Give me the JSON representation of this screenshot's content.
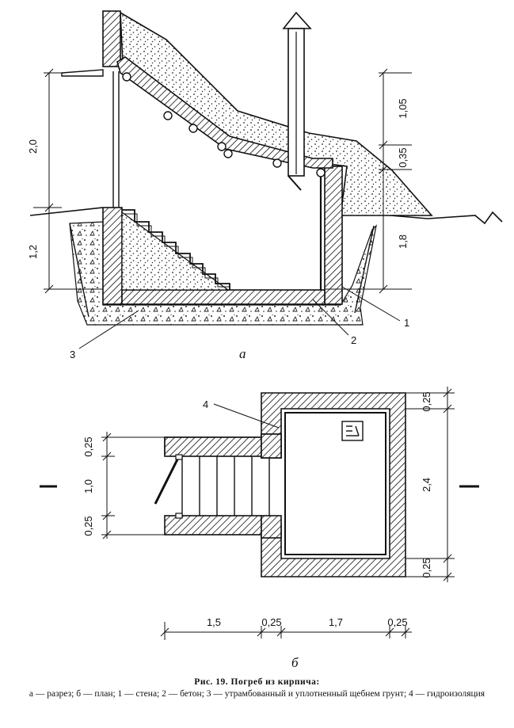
{
  "section": {
    "sublabel": "а",
    "dims_left": [
      "2,0",
      "1,2"
    ],
    "dims_right": [
      "1,05",
      "0,35",
      "1,8"
    ],
    "callouts": [
      "1",
      "2",
      "3"
    ]
  },
  "plan": {
    "sublabel": "б",
    "callout": "4",
    "dims_left": [
      "0,25",
      "1,0",
      "0,25"
    ],
    "dims_right": [
      "0,25",
      "2,4",
      "0,25"
    ],
    "dims_bottom": [
      "1,5",
      "0,25",
      "1,7",
      "0,25"
    ]
  },
  "caption": {
    "title": "Рис. 19. Погреб из кирпича:",
    "text": "а — разрез; б — план; 1 — стена; 2 — бетон; 3 — утрамбованный и уплотненный щебнем грунт; 4 — гидроизоляция"
  }
}
